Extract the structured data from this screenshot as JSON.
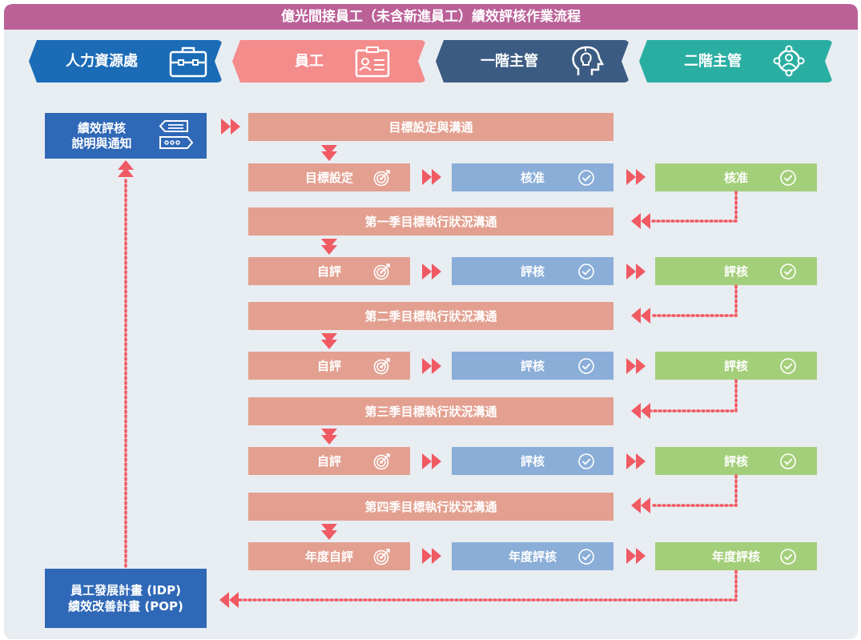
{
  "title": "億光間接員工（未含新進員工）績效評核作業流程",
  "roles": [
    {
      "label": "人力資源處",
      "icon": "briefcase-icon",
      "color": "#1b6bb6"
    },
    {
      "label": "員工",
      "icon": "id-card-icon",
      "color": "#f48c8c"
    },
    {
      "label": "一階主管",
      "icon": "head-idea-icon",
      "color": "#3b5b82"
    },
    {
      "label": "二階主管",
      "icon": "team-network-icon",
      "color": "#2aaea2"
    }
  ],
  "hr": {
    "start_line1": "績效評核",
    "start_line2": "說明與通知",
    "end_line1": "員工發展計畫 (IDP)",
    "end_line2": "績效改善計畫 (POP)"
  },
  "rows": {
    "goal_comm": "目標設定與溝通",
    "goal_set": "目標設定",
    "approve1": "核准",
    "approve2": "核准",
    "q1": "第一季目標執行狀況溝通",
    "self1": "自評",
    "review1a": "評核",
    "review1b": "評核",
    "q2": "第二季目標執行狀況溝通",
    "self2": "自評",
    "review2a": "評核",
    "review2b": "評核",
    "q3": "第三季目標執行狀況溝通",
    "self3": "自評",
    "review3a": "評核",
    "review3b": "評核",
    "q4": "第四季目標執行狀況溝通",
    "self_year": "年度自評",
    "review_year_a": "年度評核",
    "review_year_b": "年度評核"
  },
  "colors": {
    "title_bar": "#bb6198",
    "employee_box": "#e3a090",
    "manager1_box": "#8aaed8",
    "manager2_box": "#a4cf7a",
    "hr_box": "#2f68b7",
    "arrow": "#f05a63"
  }
}
